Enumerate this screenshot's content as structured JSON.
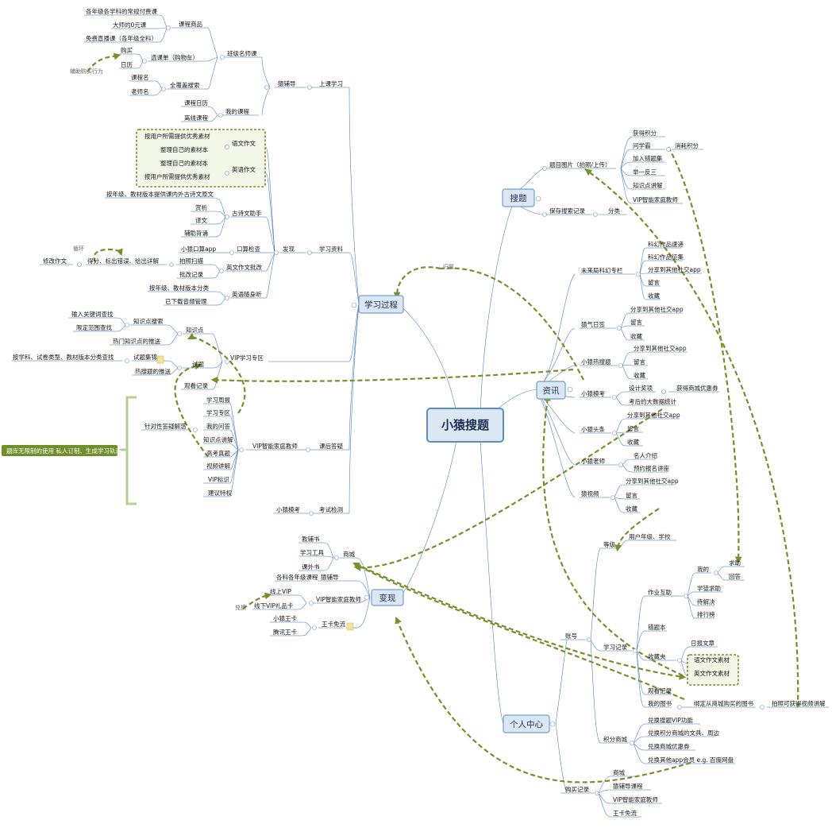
{
  "root": {
    "label": "小猿搜题"
  },
  "branches": {
    "learning": {
      "label": "学习过程",
      "shangke": {
        "label": "上课学习",
        "yuanfudao": "猿辅导",
        "banji": "班级名师课",
        "kecheng_shangpin": "课程商品",
        "k1": "各年级各学科的常规付费课",
        "k2": "大师的0元课",
        "k3": "免费直播课（各年级全科）",
        "xuanke": "选课单（购物车）",
        "goumai": "购买",
        "rili": "日历",
        "fuzhu": "辅助购买行为",
        "quanfugai": "全覆盖搜索",
        "kechengming": "课程名",
        "laoshiming": "老师名",
        "wodekecheng": "我的课程",
        "kechengrili": "课程日历",
        "lixian": "离线课程"
      },
      "xuexiziliao": {
        "label": "学习资料",
        "faxian": "发现",
        "yuwen": "语文作文",
        "y1": "按用户所需提供优秀素材",
        "y2": "整理自己的素材本",
        "yingyu": "英语作文",
        "e1": "整理自己的素材本",
        "e2": "按用户所需提供优秀素材",
        "gushi": "古诗文助手",
        "g0": "按年级、教材版本提供课内外古诗文原文",
        "g1": "赏析",
        "g2": "译文",
        "g3": "辅助背诵",
        "kousuan": "口算检查",
        "kousuanapp": "小猿口算app",
        "yingwenpigai": "英文作文批改",
        "xiugai": "修改作文",
        "xunhuan": "循环",
        "defen": "得分、标出错误、给出详解",
        "paizhao": "拍照扫描",
        "pigaijilu": "批改记录",
        "suishenting": "英语随身听",
        "s1": "按年级、教材版本分类",
        "s2": "已下载音频管理"
      },
      "vipzhuanqu": {
        "label": "VIP学习专区",
        "zhishidian": "知识点",
        "zsdsousuo": "知识点搜索",
        "shuru": "输入关键词查找",
        "xianding": "限定范围查找",
        "remen": "热门知识点的推送",
        "shiti": "试题",
        "shitiji": "试题集锦",
        "anxueke": "按学科、试卷类型、教材版本分类查找",
        "retuisong": "热搜题的推送",
        "guankan": "观看记录"
      },
      "kehou": {
        "label": "课后答疑",
        "vipjiaoshi": "VIP智能家庭教师",
        "zhendui": "针对性答疑解惑",
        "note": "题库无限制的使用  私人订制、生成学习轨迹",
        "items": [
          "学习周报",
          "学习专区",
          "我的问答",
          "知识点讲解",
          "高考真题",
          "视频讲解",
          "VIP标识",
          "建议特权"
        ]
      },
      "kaoshi": {
        "label": "考试检测",
        "mokao": "小猿模考"
      }
    },
    "soti": {
      "label": "搜题",
      "timu": "题目图片（拍照/上传）",
      "items": [
        "获得积分",
        "问学霸",
        "加入错题集",
        "举一反三",
        "知识点讲解",
        "VIP智能家庭教师"
      ],
      "xiaohao": "消耗积分",
      "baocun": "保存搜索记录",
      "fenlei": "分类"
    },
    "zixun": {
      "label": "资讯",
      "weilai": "未来局科幻专栏",
      "weilai_items": [
        "科幻作品速递",
        "科幻作品征集",
        "分享到其他社交app",
        "留言",
        "收藏"
      ],
      "zhaoqi": "猿气日签",
      "zhaoqi_items": [
        "分享到其他社交app",
        "留言",
        "收藏"
      ],
      "resou": "小猿热搜题",
      "resou_items": [
        "分享到其他社交app",
        "留言",
        "收藏"
      ],
      "mokao": "小猿模考",
      "sheji": "设计奖项",
      "huode": "获得商城优惠券",
      "kaohou": "考后的大数据统计",
      "toutiao": "小猿头条",
      "toutiao_items": [
        "分享到其他社交app",
        "留言",
        "收藏"
      ],
      "laoshi": "小猿老师",
      "laoshi_items": [
        "名人介绍",
        "预约报名讲座"
      ],
      "shipin": "猿视频",
      "shipin_items": [
        "分享到其他社交app",
        "留言",
        "收藏"
      ],
      "guishu": "归属"
    },
    "bianxian": {
      "label": "变现",
      "shangcheng": "商城",
      "sc_items": [
        "教辅书",
        "学习工具",
        "课外书"
      ],
      "yuanfudao": "猿辅导",
      "gekemu": "各科各年级课程",
      "vipjiaoshi": "VIP智能家庭教师",
      "xianshang": "线上VIP",
      "xianxia": "线下VIP礼品卡",
      "duihuan": "兑换",
      "wangka": "王卡免流",
      "wk_items": [
        "小猿王卡",
        "腾讯王卡"
      ]
    },
    "geren": {
      "label": "个人中心",
      "zhanghao": "账号",
      "dengji": "等级",
      "yonghu": "用户年级、学校",
      "xuexijilu": "学习记录",
      "zuoye": "作业互助",
      "wode": "我的",
      "qiuzhu": "求助",
      "huida": "回答",
      "xueba": "学徒求助",
      "daijiejue": "待解决",
      "paihang": "排行榜",
      "cuoti": "错题本",
      "shoucang": "收藏夹",
      "ribao": "日报文章",
      "yuwensucai": "语文作文素材",
      "yingyusucai": "英文作文素材",
      "guankan": "观看记录",
      "wodetushu": "我的图书",
      "bangding": "绑定从商城购买的图书",
      "paizhao": "拍照可获得视频讲解",
      "jifen": "积分商城",
      "jf_items": [
        "兑换搜题VIP功能",
        "兑换积分商城的文具、周边",
        "兑换商城优惠券",
        "兑换其他app会员 e.g. 百度网盘"
      ],
      "goumai": "购买记录",
      "gm_items": [
        "商城",
        "猿辅导课程",
        "VIP智能家庭教师",
        "王卡免流"
      ]
    }
  }
}
